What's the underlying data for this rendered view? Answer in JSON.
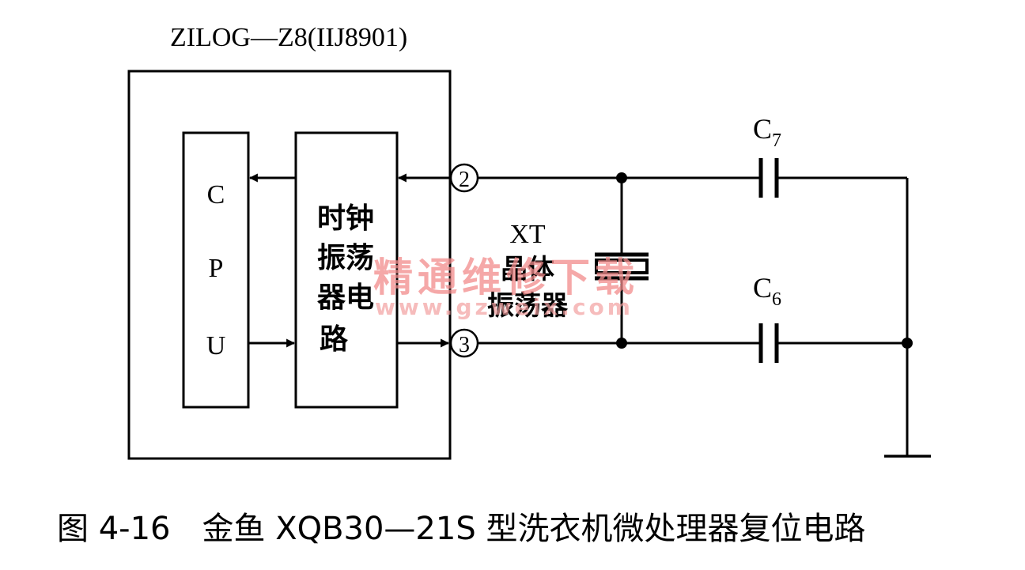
{
  "chip_label": "ZILOG—Z8(IIJ8901)",
  "cpu": {
    "letters": [
      "C",
      "P",
      "U"
    ]
  },
  "clock_block": {
    "lines": [
      "时钟",
      "振荡",
      "器电",
      "路"
    ]
  },
  "pins": {
    "pin2": "2",
    "pin3": "3"
  },
  "crystal": {
    "name": "XT",
    "line1": "晶体",
    "line2": "振荡器"
  },
  "capacitors": {
    "c7": {
      "letter": "C",
      "sub": "7"
    },
    "c6": {
      "letter": "C",
      "sub": "6"
    }
  },
  "watermark": {
    "text": "精通维修下载",
    "url": "www.gzweix.com"
  },
  "caption": "图 4-16　金鱼 XQB30—21S 型洗衣机微处理器复位电路"
}
